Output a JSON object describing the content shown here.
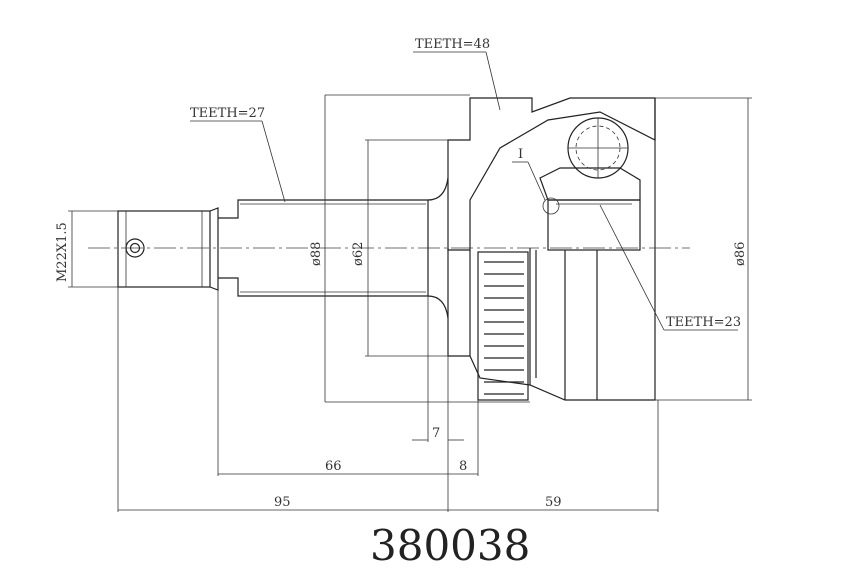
{
  "part_number": "380038",
  "callouts": {
    "teeth_outer": "TEETH=48",
    "teeth_shaft": "TEETH=27",
    "teeth_inner": "TEETH=23",
    "detail": "I"
  },
  "dimensions": {
    "thread": "M22X1.5",
    "dia_88": "ø88",
    "dia_62": "ø62",
    "dia_86": "ø86",
    "len_7": "7",
    "len_66": "66",
    "len_8": "8",
    "len_95": "95",
    "len_59": "59"
  }
}
